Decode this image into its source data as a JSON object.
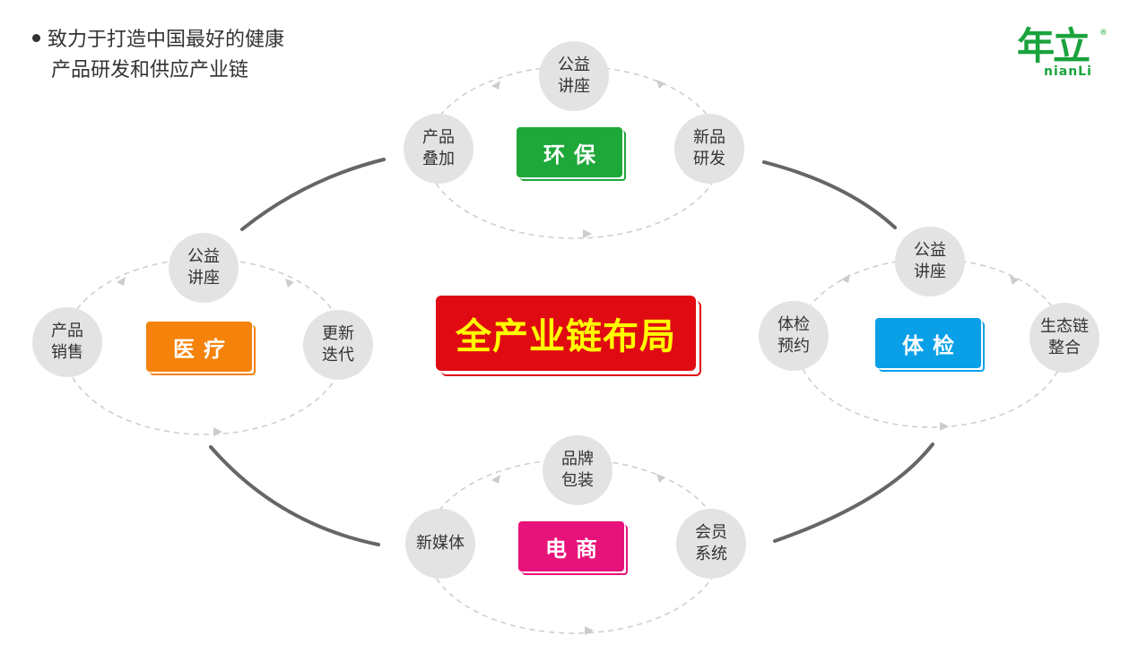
{
  "headline": {
    "line1": "致力于打造中国最好的健康",
    "line2": "产品研发和供应产业链"
  },
  "logo": {
    "cn": "年立",
    "en": "nianLi",
    "reg": "®"
  },
  "center_label": "全产业链布局",
  "clusters": {
    "huanbao": {
      "tag": "环保",
      "color": "#1fa83a",
      "nodes": {
        "top": "公益\n讲座",
        "left": "产品\n叠加",
        "right": "新品\n研发"
      }
    },
    "yiliao": {
      "tag": "医疗",
      "color": "#f5820a",
      "nodes": {
        "top": "公益\n讲座",
        "left": "产品\n销售",
        "right": "更新\n迭代"
      }
    },
    "tijian": {
      "tag": "体检",
      "color": "#0aa0e8",
      "nodes": {
        "top": "公益\n讲座",
        "left": "体检\n预约",
        "right": "生态链\n整合"
      }
    },
    "dianshang": {
      "tag": "电商",
      "color": "#e8127b",
      "nodes": {
        "top": "品牌\n包装",
        "left": "新媒体",
        "right": "会员\n系统"
      }
    }
  },
  "colors": {
    "center_bg": "#e00a12",
    "center_text": "#ffff00",
    "node_bg": "#e3e3e3",
    "connector": "#666666"
  }
}
